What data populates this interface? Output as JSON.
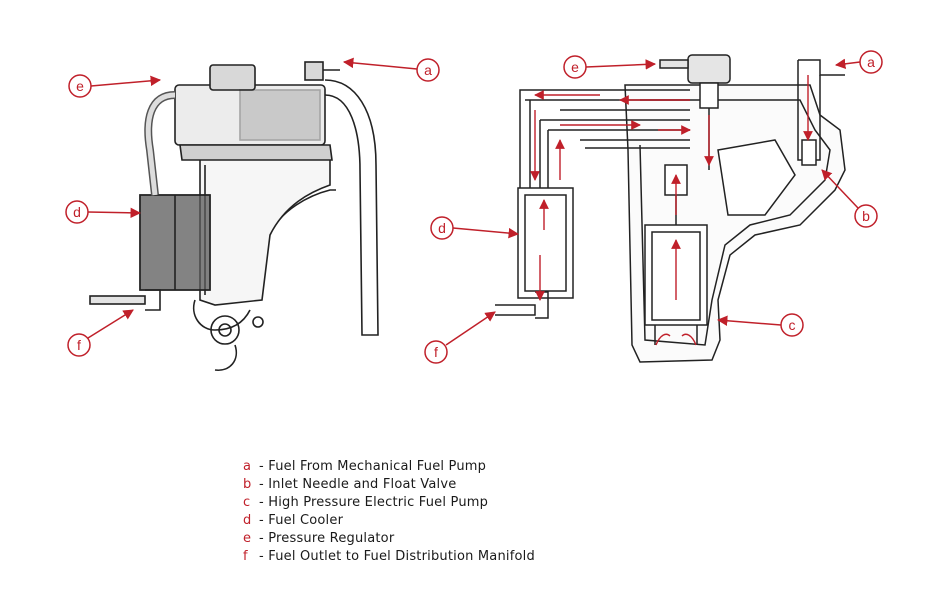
{
  "callouts": {
    "left": {
      "a": "a",
      "e": "e",
      "d": "d",
      "f": "f"
    },
    "right": {
      "a": "a",
      "b": "b",
      "c": "c",
      "d": "d",
      "e": "e",
      "f": "f"
    }
  },
  "legend": [
    {
      "key": "a",
      "text": "- Fuel From Mechanical Fuel Pump"
    },
    {
      "key": "b",
      "text": "- Inlet Needle and Float Valve"
    },
    {
      "key": "c",
      "text": "- High Pressure Electric Fuel Pump"
    },
    {
      "key": "d",
      "text": "- Fuel Cooler"
    },
    {
      "key": "e",
      "text": "- Pressure Regulator"
    },
    {
      "key": "f",
      "text": "- Fuel Outlet to Fuel Distribution Manifold"
    }
  ],
  "colors": {
    "callout": "#c0202a",
    "line": "#222222",
    "flow": "#c0202a"
  }
}
